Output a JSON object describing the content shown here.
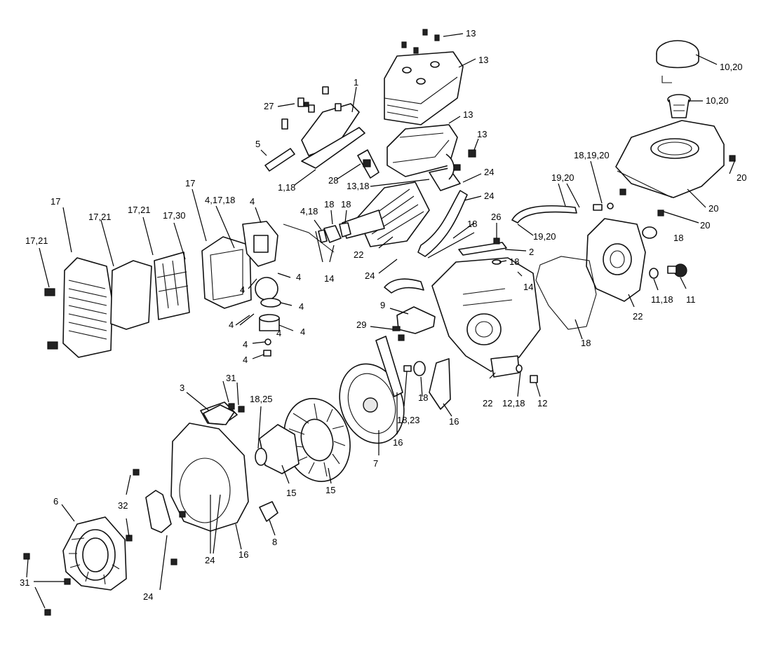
{
  "callouts": [
    {
      "id": "c1",
      "text": "13"
    },
    {
      "id": "c2",
      "text": "13"
    },
    {
      "id": "c3",
      "text": "10,20"
    },
    {
      "id": "c4",
      "text": "10,20"
    },
    {
      "id": "c5",
      "text": "1"
    },
    {
      "id": "c6",
      "text": "27"
    },
    {
      "id": "c7",
      "text": "13"
    },
    {
      "id": "c8",
      "text": "13"
    },
    {
      "id": "c9",
      "text": "5"
    },
    {
      "id": "c10",
      "text": "28"
    },
    {
      "id": "c11",
      "text": "1,18"
    },
    {
      "id": "c12",
      "text": "13,18"
    },
    {
      "id": "c13",
      "text": "24"
    },
    {
      "id": "c14",
      "text": "24"
    },
    {
      "id": "c15",
      "text": "18,19,20"
    },
    {
      "id": "c16",
      "text": "19,20"
    },
    {
      "id": "c17",
      "text": "20"
    },
    {
      "id": "c18",
      "text": "20"
    },
    {
      "id": "c19",
      "text": "20"
    },
    {
      "id": "c20",
      "text": "17"
    },
    {
      "id": "c21",
      "text": "4,17,18"
    },
    {
      "id": "c22",
      "text": "4"
    },
    {
      "id": "c23",
      "text": "17"
    },
    {
      "id": "c24",
      "text": "17,21"
    },
    {
      "id": "c25",
      "text": "17,21"
    },
    {
      "id": "c26",
      "text": "17,30"
    },
    {
      "id": "c27",
      "text": "17,21"
    },
    {
      "id": "c28",
      "text": "4,18"
    },
    {
      "id": "c29",
      "text": "18"
    },
    {
      "id": "c30",
      "text": "18"
    },
    {
      "id": "c31",
      "text": "18"
    },
    {
      "id": "c32",
      "text": "22"
    },
    {
      "id": "c33",
      "text": "26"
    },
    {
      "id": "c34",
      "text": "2"
    },
    {
      "id": "c35",
      "text": "19,20"
    },
    {
      "id": "c36",
      "text": "18"
    },
    {
      "id": "c37",
      "text": "14"
    },
    {
      "id": "c38",
      "text": "24"
    },
    {
      "id": "c39",
      "text": "18"
    },
    {
      "id": "c40",
      "text": "14"
    },
    {
      "id": "c41",
      "text": "4"
    },
    {
      "id": "c42",
      "text": "4"
    },
    {
      "id": "c43",
      "text": "4"
    },
    {
      "id": "c44",
      "text": "4"
    },
    {
      "id": "c45",
      "text": "4"
    },
    {
      "id": "c46",
      "text": "4"
    },
    {
      "id": "c47",
      "text": "4"
    },
    {
      "id": "c48",
      "text": "4"
    },
    {
      "id": "c49",
      "text": "9"
    },
    {
      "id": "c50",
      "text": "29"
    },
    {
      "id": "c51",
      "text": "11,18"
    },
    {
      "id": "c52",
      "text": "11"
    },
    {
      "id": "c53",
      "text": "22"
    },
    {
      "id": "c54",
      "text": "18"
    },
    {
      "id": "c55",
      "text": "31"
    },
    {
      "id": "c56",
      "text": "3"
    },
    {
      "id": "c57",
      "text": "18,25"
    },
    {
      "id": "c58",
      "text": "18"
    },
    {
      "id": "c59",
      "text": "18,23"
    },
    {
      "id": "c60",
      "text": "16"
    },
    {
      "id": "c61",
      "text": "16"
    },
    {
      "id": "c62",
      "text": "22"
    },
    {
      "id": "c63",
      "text": "12,18"
    },
    {
      "id": "c64",
      "text": "12"
    },
    {
      "id": "c65",
      "text": "7"
    },
    {
      "id": "c66",
      "text": "15"
    },
    {
      "id": "c67",
      "text": "15"
    },
    {
      "id": "c68",
      "text": "32"
    },
    {
      "id": "c69",
      "text": "6"
    },
    {
      "id": "c70",
      "text": "8"
    },
    {
      "id": "c71",
      "text": "24"
    },
    {
      "id": "c72",
      "text": "16"
    },
    {
      "id": "c73",
      "text": "31"
    },
    {
      "id": "c74",
      "text": "24"
    }
  ]
}
